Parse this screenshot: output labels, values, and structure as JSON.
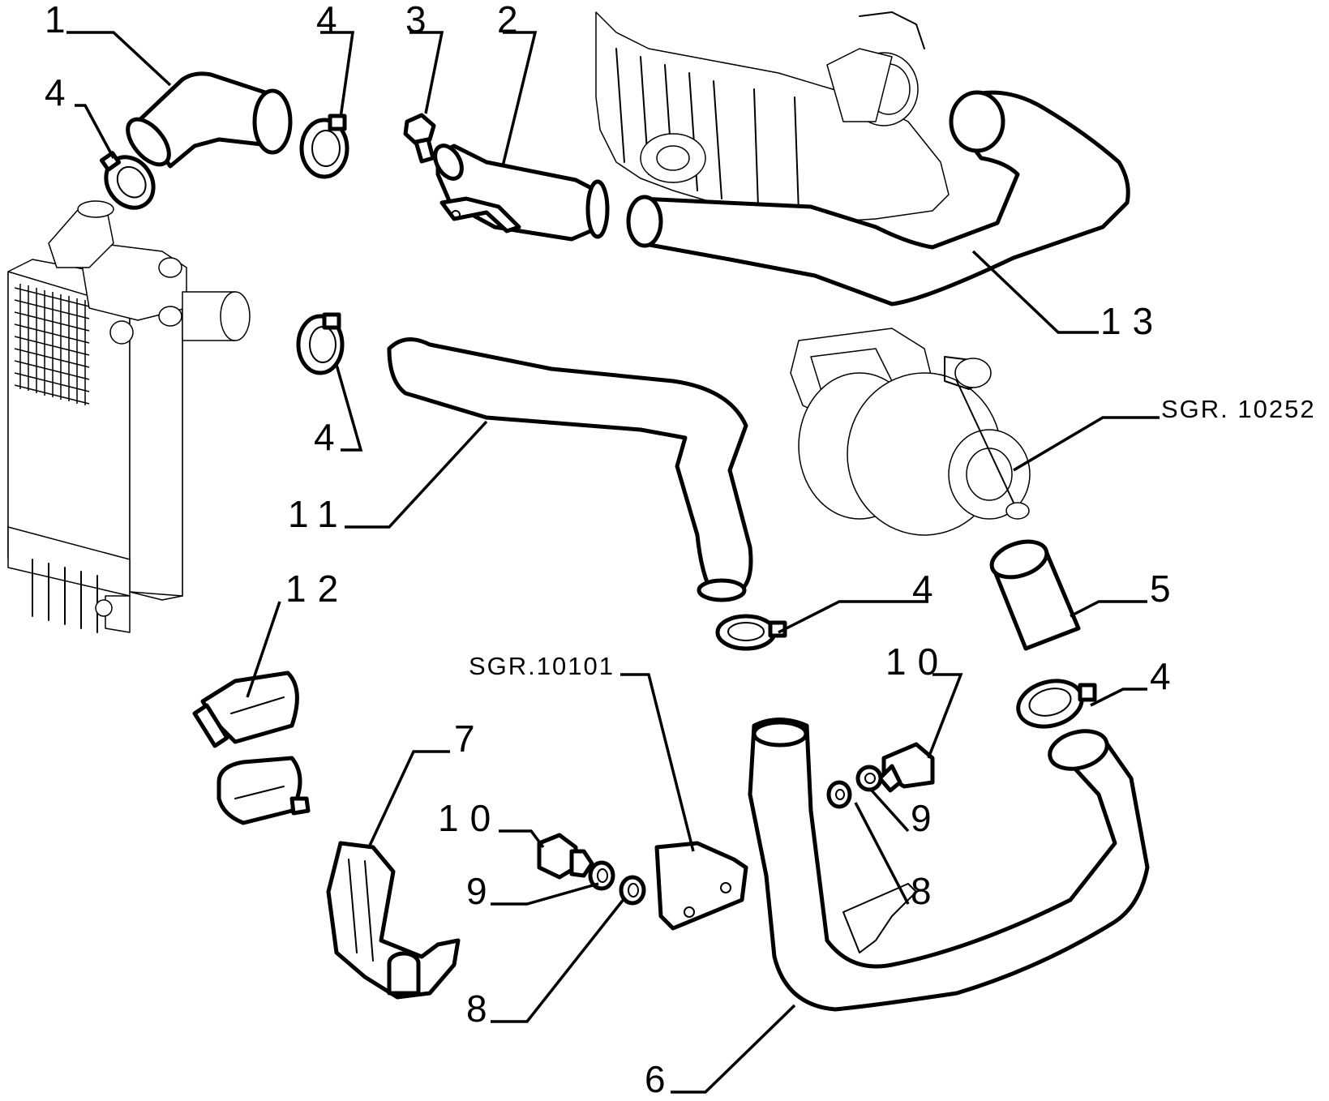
{
  "callouts": {
    "c1": "1",
    "c2": "2",
    "c3": "3",
    "c4a": "4",
    "c4b": "4",
    "c4c": "4",
    "c4d": "4",
    "c4e": "4",
    "c5": "5",
    "c6": "6",
    "c7": "7",
    "c8a": "8",
    "c8b": "8",
    "c9a": "9",
    "c9b": "9",
    "c10a": "10",
    "c10b": "10",
    "c11": "11",
    "c12": "12",
    "c13": "13"
  },
  "references": {
    "sgr_turbo": "SGR. 10252",
    "sgr_bracket": "SGR.10101"
  }
}
